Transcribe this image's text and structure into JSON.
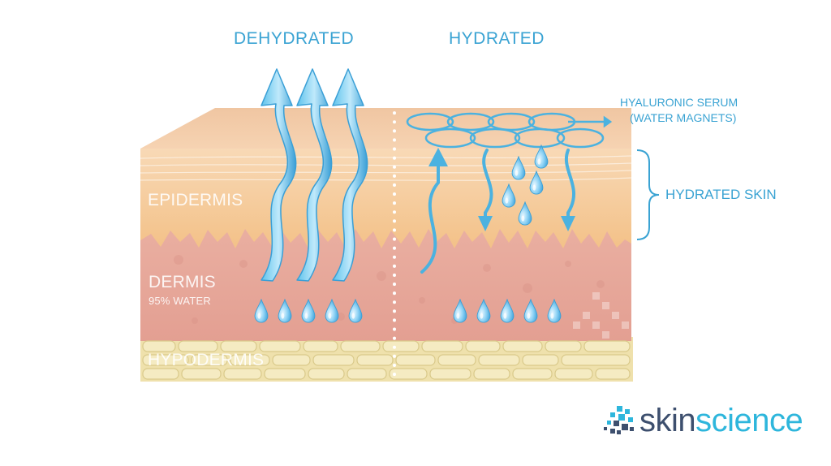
{
  "headers": {
    "left": "DEHYDRATED",
    "right": "HYDRATED"
  },
  "callouts": {
    "serum_line1": "HYALURONIC SERUM",
    "serum_line2": "(WATER MAGNETS)",
    "hydrated_skin": "HYDRATED SKIN"
  },
  "layers": {
    "epidermis": "EPIDERMIS",
    "dermis": "DERMIS",
    "dermis_note": "95% WATER",
    "hypodermis": "HYPODERMIS"
  },
  "logo": {
    "part1": "skin",
    "part2": "science"
  },
  "colors": {
    "accent": "#3aa3d3",
    "epidermis": "#f5c993",
    "dermis": "#e6a9a0",
    "hypodermis": "#efe1ac",
    "logo_dark": "#3d4f6e",
    "logo_light": "#2eb6dc"
  }
}
